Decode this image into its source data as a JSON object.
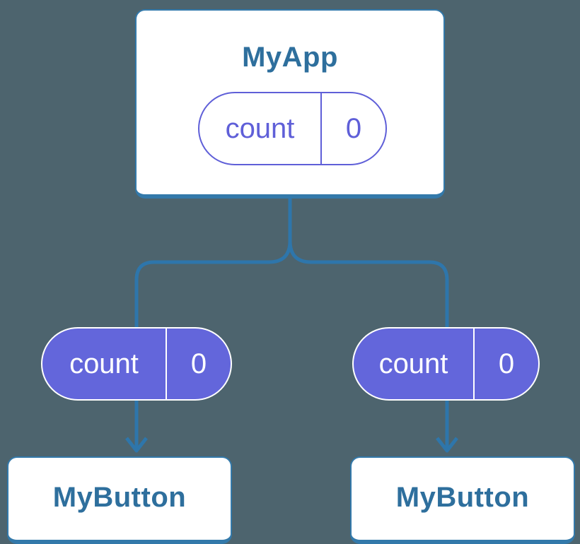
{
  "tree": {
    "root": {
      "label": "MyApp",
      "state": {
        "name": "count",
        "value": "0"
      }
    },
    "children": [
      {
        "label": "MyButton",
        "state": {
          "name": "count",
          "value": "0"
        }
      },
      {
        "label": "MyButton",
        "state": {
          "name": "count",
          "value": "0"
        }
      }
    ]
  },
  "colors": {
    "background": "#4d646e",
    "connector": "#2e76ab",
    "card_border": "#3379aa",
    "card_background": "#ffffff",
    "title_text": "#2e6f9d",
    "purple_fill": "#6366db",
    "purple_line": "#5f5fd8",
    "pill_filled_text": "#ffffff"
  }
}
